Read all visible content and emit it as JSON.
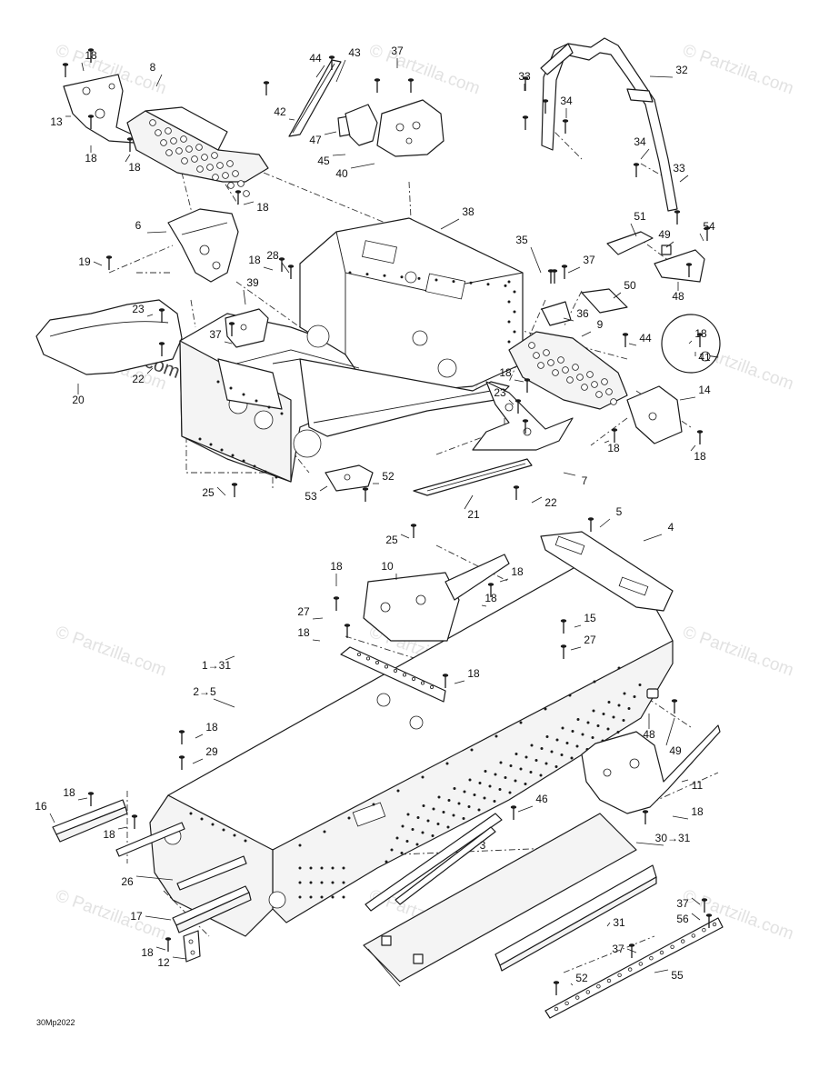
{
  "watermark": {
    "text": "© Partzilla.com",
    "prominent_text": "© Partzilla.com"
  },
  "drawing_code": "30Mp2022",
  "callouts": [
    "18",
    "44",
    "43",
    "37",
    "8",
    "13",
    "18",
    "18",
    "42",
    "47",
    "45",
    "40",
    "18",
    "6",
    "38",
    "19",
    "28",
    "18",
    "23",
    "20",
    "22",
    "39",
    "37",
    "35",
    "37",
    "50",
    "36",
    "9",
    "44",
    "18",
    "41",
    "18",
    "23",
    "14",
    "18",
    "18",
    "25",
    "53",
    "52",
    "7",
    "21",
    "22",
    "25",
    "5",
    "4",
    "10",
    "18",
    "18",
    "27",
    "18",
    "15",
    "18",
    "27",
    "18",
    "1→31",
    "2→5",
    "18",
    "29",
    "48",
    "49",
    "11",
    "18",
    "16",
    "18",
    "18",
    "46",
    "26",
    "3",
    "30→31",
    "17",
    "31",
    "37",
    "56",
    "18",
    "12",
    "37",
    "52",
    "55",
    "33",
    "32",
    "34",
    "34",
    "33",
    "51",
    "54",
    "49",
    "48"
  ]
}
